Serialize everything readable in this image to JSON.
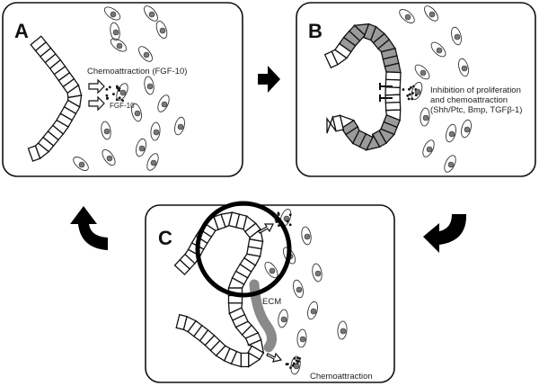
{
  "figure": {
    "panels": [
      {
        "id": "A",
        "label": "A",
        "annotations": {
          "main": "Chemoattraction (FGF-10)",
          "signal": "FGF-10"
        }
      },
      {
        "id": "B",
        "label": "B",
        "annotations": {
          "line1": "Inhibition of proliferation",
          "line2": "and chemoattraction",
          "line3": "(Shh/Ptc, Bmp, TGFβ-1)"
        }
      },
      {
        "id": "C",
        "label": "C",
        "annotations": {
          "matrix": "ECM",
          "bottom": "Chemoattraction"
        }
      }
    ],
    "cycle_arrows": [
      {
        "from": "A",
        "to": "B",
        "icon": "right-arrow-icon"
      },
      {
        "from": "B",
        "to": "C",
        "icon": "curved-arrow-down-left-icon"
      },
      {
        "from": "C",
        "to": "A",
        "icon": "curved-arrow-up-icon"
      }
    ],
    "colors": {
      "outline": "#111111",
      "shaded_cell": "#9a9a9a",
      "ecm": "#8a8a8a",
      "nucleus": "#777777"
    }
  }
}
